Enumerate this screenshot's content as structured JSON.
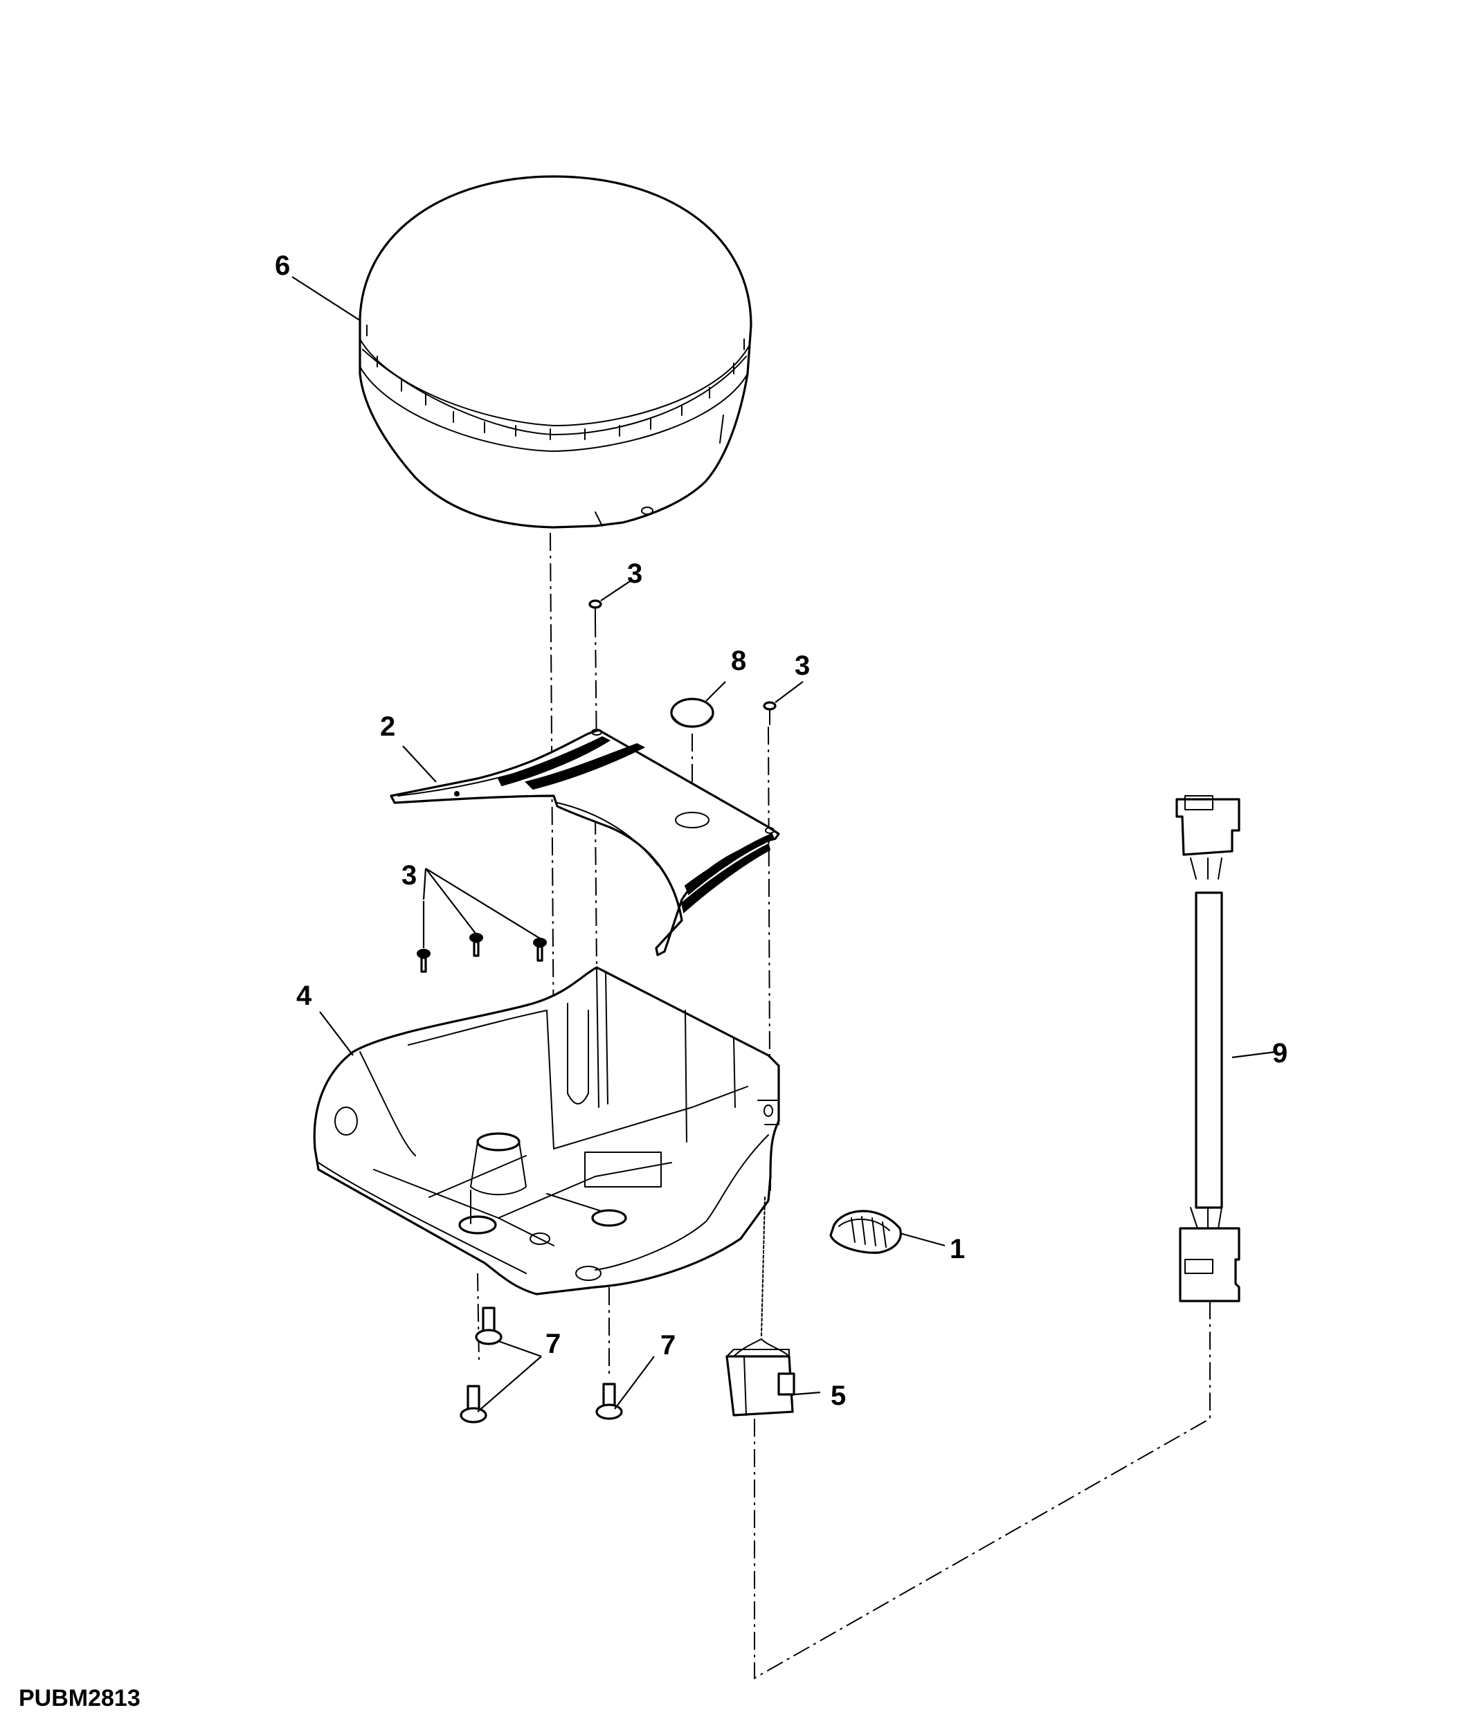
{
  "figure_id": "PUBM2813",
  "callouts": {
    "c1": "1",
    "c2": "2",
    "c3a": "3",
    "c3b": "3",
    "c3c": "3",
    "c4": "4",
    "c5": "5",
    "c6": "6",
    "c7a": "7",
    "c7b": "7",
    "c8": "8",
    "c9": "9"
  }
}
